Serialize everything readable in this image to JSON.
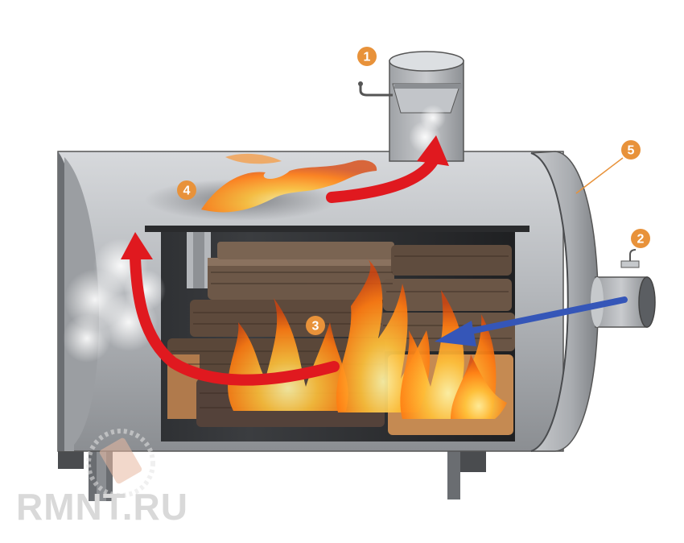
{
  "diagram": {
    "markers": [
      {
        "id": "1",
        "label": "1"
      },
      {
        "id": "2",
        "label": "2"
      },
      {
        "id": "3",
        "label": "3"
      },
      {
        "id": "4",
        "label": "4"
      },
      {
        "id": "5",
        "label": "5"
      }
    ],
    "watermark": "RMNT.RU"
  },
  "colors": {
    "marker": "#e8923a",
    "hot_air_arrow": "#e0191f",
    "cold_air_arrow": "#3556b8",
    "body_metal": "#b9bcc0",
    "body_dark": "#5b5e62",
    "wood": "#6f5a48",
    "flame": "#ff9a1a"
  }
}
